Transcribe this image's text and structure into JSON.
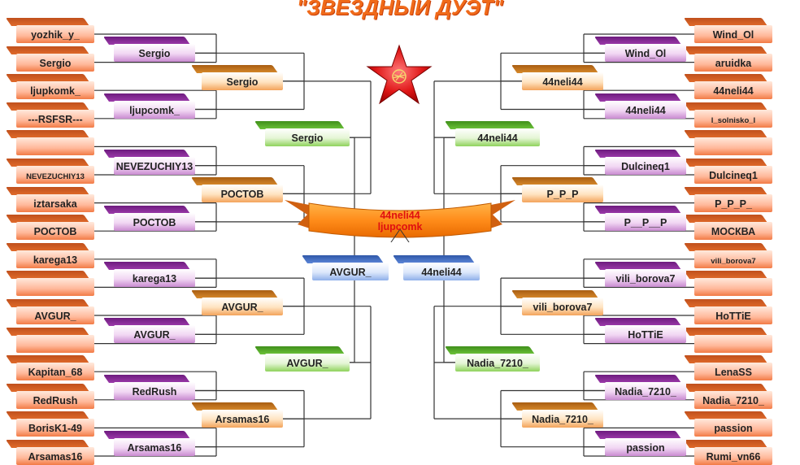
{
  "title": "\"ЗВЁЗДНЫЙ ДУЭТ\"",
  "colors": {
    "title": "#f06a1a",
    "round1": "#f27a45",
    "round2": "#c98ad0",
    "round3": "#f3a35a",
    "semis": "#8fd25c",
    "final": "#8fb0ea",
    "winners": "#e01010"
  },
  "left": {
    "round1": [
      "yozhik_y_",
      "Sergio",
      "ljupkomk_",
      "---RSFSR---",
      "",
      "NEVEZUCHIY13",
      "iztarsaka",
      "РОСТОВ",
      "karega13",
      "",
      "AVGUR_",
      "",
      "Kapitan_68",
      "RedRush",
      "BorisK1-49",
      "Arsamas16"
    ],
    "round2": [
      "Sergio",
      "ljupcomk_",
      "NEVEZUCHIY13",
      "РОСТОВ",
      "karega13",
      "AVGUR_",
      "RedRush",
      "Arsamas16"
    ],
    "round3": [
      "Sergio",
      "РОСТОВ",
      "AVGUR_",
      "Arsamas16"
    ],
    "round4": [
      "Sergio",
      "AVGUR_"
    ],
    "final": "AVGUR_"
  },
  "right": {
    "round1": [
      "Wind_Ol",
      "aruidka",
      "44neli44",
      "l_solnisko_l",
      "",
      "Dulcineq1",
      "P_P_P_",
      "МОСКВА",
      "vili_borova7",
      "",
      "HoTTiE",
      "",
      "LenaSS",
      "Nadia_7210_",
      "passion",
      "Rumi_vn66"
    ],
    "round2": [
      "Wind_Ol",
      "44neli44",
      "Dulcineq1",
      "P__P__P",
      "vili_borova7",
      "HoTTiE",
      "Nadia_7210_",
      "passion"
    ],
    "round3": [
      "44neli44",
      "P_P_P",
      "vili_borova7",
      "Nadia_7210_"
    ],
    "round4": [
      "44neli44",
      "Nadia_7210_"
    ],
    "final": "44neli44"
  },
  "champions": {
    "line1": "44neli44",
    "line2": "ljupcomk"
  }
}
